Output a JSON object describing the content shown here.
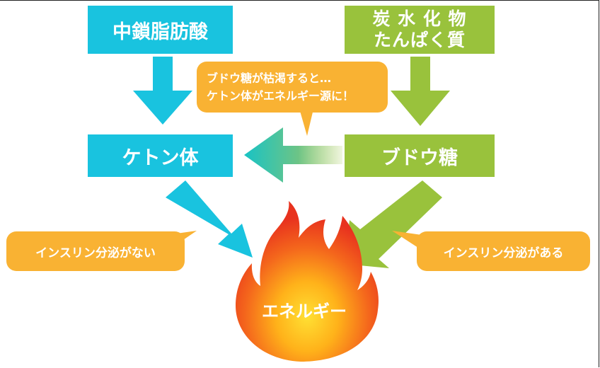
{
  "nodes": {
    "mct": "中鎖脂肪酸",
    "carb_line1": "炭 水 化 物",
    "carb_line2": "たんぱく質",
    "ketone": "ケトン体",
    "glucose": "ブドウ糖",
    "energy": "エネルギー"
  },
  "callouts": {
    "depletion_line1": "ブドウ糖が枯渇すると…",
    "depletion_line2": "ケトン体がエネルギー源に！",
    "no_insulin": "インスリン分泌がない",
    "insulin": "インスリン分泌がある"
  },
  "colors": {
    "cyan": "#19c3df",
    "green": "#99c23c",
    "orange": "#f9b233",
    "flame_outer": "#e8321e",
    "flame_inner": "#ffe033"
  }
}
